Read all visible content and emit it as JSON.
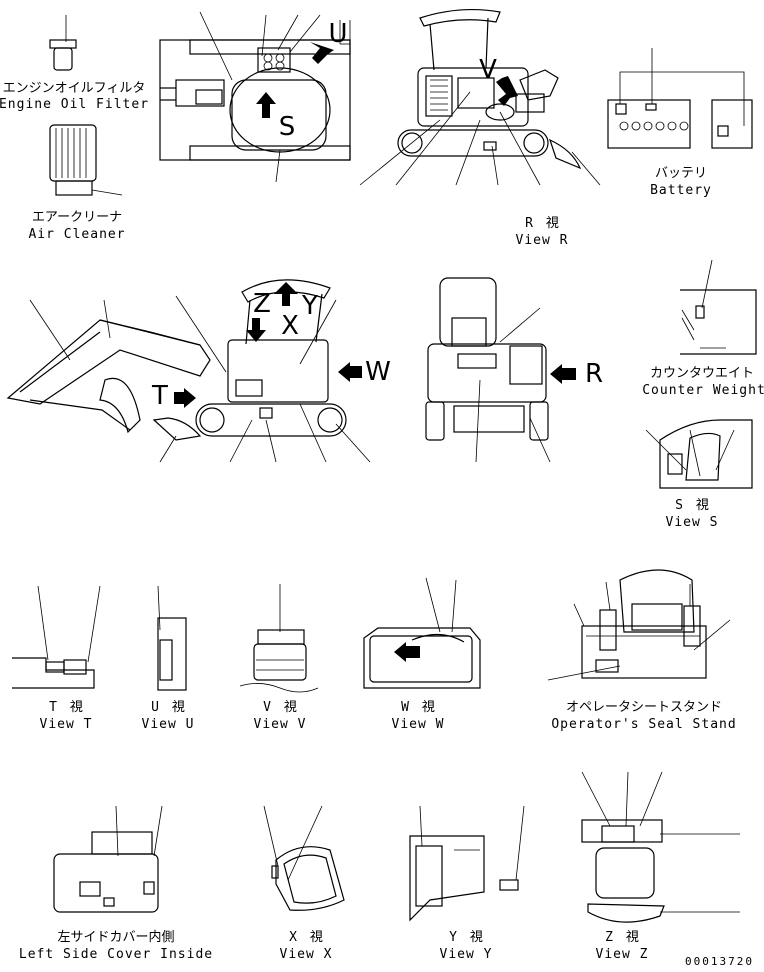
{
  "labels": {
    "engine_oil_filter_jp": "エンジンオイルフィルタ",
    "engine_oil_filter_en": "Engine Oil Filter",
    "air_cleaner_jp": "エアークリーナ",
    "air_cleaner_en": "Air Cleaner",
    "battery_jp": "バッテリ",
    "battery_en": "Battery",
    "view_r_jp": "R　視",
    "view_r_en": "View R",
    "counter_weight_jp": "カウンタウエイト",
    "counter_weight_en": "Counter Weight",
    "view_s_jp": "S　視",
    "view_s_en": "View S",
    "view_t_jp": "T　視",
    "view_t_en": "View T",
    "view_u_jp": "U　視",
    "view_u_en": "View U",
    "view_v_jp": "V　視",
    "view_v_en": "View V",
    "view_w_jp": "W　視",
    "view_w_en": "View W",
    "operator_seat_jp": "オペレータシートスタンド",
    "operator_seat_en": "Operator's Seal Stand",
    "left_cover_jp": "左サイドカバー内側",
    "left_cover_en": "Left Side Cover Inside",
    "view_x_jp": "X　視",
    "view_x_en": "View X",
    "view_y_jp": "Y　視",
    "view_y_en": "View Y",
    "view_z_jp": "Z　視",
    "view_z_en": "View Z"
  },
  "view_markers": {
    "s": "S",
    "u": "U",
    "v": "V",
    "t": "T",
    "w": "W",
    "x": "X",
    "y": "Y",
    "z": "Z",
    "r": "R"
  },
  "drawing_number": "00013720"
}
